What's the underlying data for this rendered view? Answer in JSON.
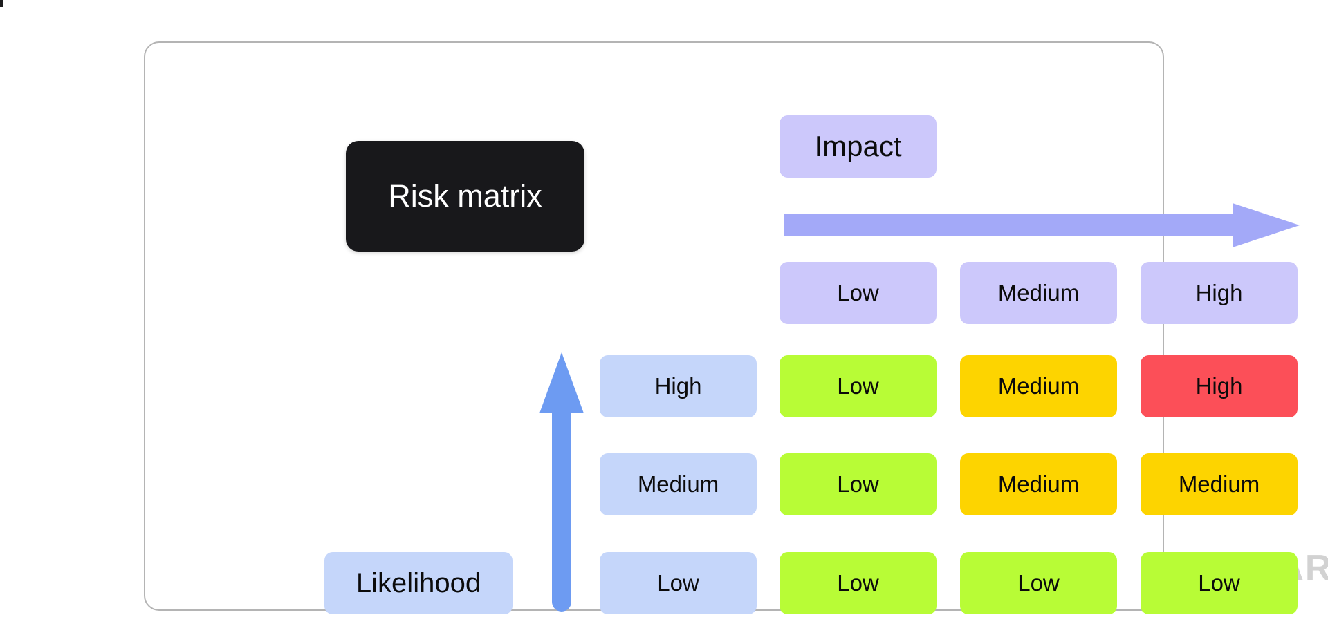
{
  "card": {
    "title": "Risk matrix"
  },
  "axes": {
    "impact_label": "Impact",
    "likelihood_label": "Likelihood",
    "impact_arrow_icon": "arrow-right-icon",
    "likelihood_arrow_icon": "arrow-up-icon"
  },
  "watermark": {
    "text": "REALPARS"
  },
  "colors": {
    "title_bg": "#18181b",
    "title_text": "#ffffff",
    "header_lavender": "#ccc8fb",
    "row_label_blue": "#c5d6fa",
    "impact_arrow": "#a3a9f8",
    "likelihood_arrow": "#6d9bf2",
    "low_green": "#b8fc36",
    "medium_yellow": "#fdd400",
    "high_red": "#fc4f58",
    "card_border": "#b4b4b4",
    "watermark_gray": "#d2d2d2",
    "page_bg": "#ffffff"
  },
  "chart_data": {
    "type": "heatmap",
    "title": "Risk matrix",
    "xlabel": "Impact",
    "ylabel": "Likelihood",
    "columns": [
      "Low",
      "Medium",
      "High"
    ],
    "rows": [
      "High",
      "Medium",
      "Low"
    ],
    "grid": false,
    "legend": "none",
    "cells": [
      [
        {
          "label": "Low",
          "level": "low",
          "color": "#b8fc36"
        },
        {
          "label": "Medium",
          "level": "medium",
          "color": "#fdd400"
        },
        {
          "label": "High",
          "level": "high",
          "color": "#fc4f58"
        }
      ],
      [
        {
          "label": "Low",
          "level": "low",
          "color": "#b8fc36"
        },
        {
          "label": "Medium",
          "level": "medium",
          "color": "#fdd400"
        },
        {
          "label": "Medium",
          "level": "medium",
          "color": "#fdd400"
        }
      ],
      [
        {
          "label": "Low",
          "level": "low",
          "color": "#b8fc36"
        },
        {
          "label": "Low",
          "level": "low",
          "color": "#b8fc36"
        },
        {
          "label": "Low",
          "level": "low",
          "color": "#b8fc36"
        }
      ]
    ]
  }
}
